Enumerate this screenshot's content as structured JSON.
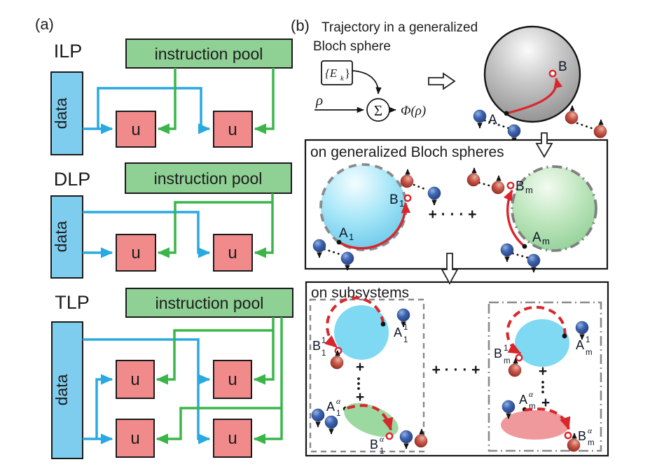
{
  "figure": {
    "panel_a": {
      "label": "(a)",
      "pool_label": "instruction pool",
      "data_label": "data",
      "unit_label": "u",
      "diagrams": [
        {
          "name": "ILP"
        },
        {
          "name": "DLP"
        },
        {
          "name": "TLP"
        }
      ]
    },
    "panel_b": {
      "label": "(b)",
      "title_line1": "Trajectory in a generalized",
      "title_line2": "Bloch sphere",
      "channel": {
        "kraus_open": "{E",
        "kraus_sub": "k",
        "kraus_close": "}",
        "rho": "ρ",
        "sigma": "Σ",
        "phi": "Φ(ρ)"
      },
      "bloch": {
        "A": "A",
        "B": "B"
      },
      "middle_panel": {
        "title": "on generalized Bloch spheres",
        "plus_cdots": "+ · · · +",
        "A1": {
          "base": "A",
          "sub": "1"
        },
        "B1": {
          "base": "B",
          "sub": "1"
        },
        "Am": {
          "base": "A",
          "sub": "m"
        },
        "Bm": {
          "base": "B",
          "sub": "m"
        }
      },
      "bottom_panel": {
        "title": "on subsystems",
        "plus_cdots": "+ · · · +",
        "plus": "+",
        "left_box": {
          "A_top": {
            "base": "A",
            "sub": "1",
            "sup": "1"
          },
          "B_top": {
            "base": "B",
            "sub": "1",
            "sup": "1"
          },
          "A_bot": {
            "base": "A",
            "sub": "1",
            "sup": "α"
          },
          "B_bot": {
            "base": "B",
            "sub": "1",
            "sup": "α"
          }
        },
        "right_box": {
          "A_top": {
            "base": "A",
            "sub": "m",
            "sup": "1"
          },
          "B_top": {
            "base": "B",
            "sub": "m",
            "sup": "1"
          },
          "A_bot": {
            "base": "A",
            "sub": "m",
            "sup": "α"
          },
          "B_bot": {
            "base": "B",
            "sub": "m",
            "sup": "α"
          }
        }
      }
    },
    "colors": {
      "data_box": "#7ECDEF",
      "pool_box": "#8FD094",
      "unit_box": "#F18B8B",
      "line_blue": "#29A9E2",
      "line_green": "#3BB54A",
      "red_accent": "#D9262C",
      "subsys_cyan": "#7FD9F3",
      "subsys_green": "#9CD9A0",
      "subsys_pink": "#F0999C"
    }
  }
}
